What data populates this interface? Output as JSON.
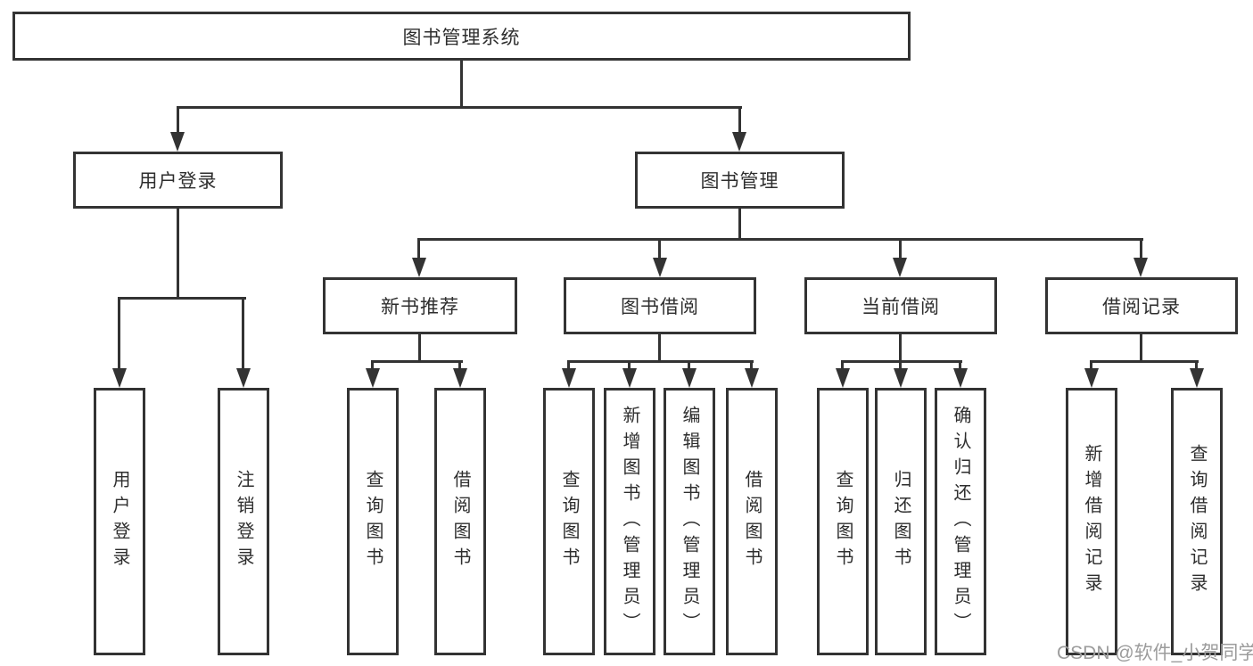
{
  "diagram_type": "hierarchy-tree",
  "tree": {
    "label": "图书管理系统",
    "children": [
      {
        "label": "用户登录",
        "children": [
          {
            "label": "用户登录"
          },
          {
            "label": "注销登录"
          }
        ]
      },
      {
        "label": "图书管理",
        "children": [
          {
            "label": "新书推荐",
            "children": [
              {
                "label": "查询图书"
              },
              {
                "label": "借阅图书"
              }
            ]
          },
          {
            "label": "图书借阅",
            "children": [
              {
                "label": "查询图书"
              },
              {
                "label": "新增图书（管理员）"
              },
              {
                "label": "编辑图书（管理员）"
              },
              {
                "label": "借阅图书"
              }
            ]
          },
          {
            "label": "当前借阅",
            "children": [
              {
                "label": "查询图书"
              },
              {
                "label": "归还图书"
              },
              {
                "label": "确认归还（管理员）"
              }
            ]
          },
          {
            "label": "借阅记录",
            "children": [
              {
                "label": "新增借阅记录"
              },
              {
                "label": "查询借阅记录"
              }
            ]
          }
        ]
      }
    ]
  },
  "watermark": {
    "text": "CSDN @软件_小贺同学"
  },
  "colors": {
    "line": "#333333",
    "text": "#2e2e2e",
    "background": "#ffffff",
    "watermark": "#9c9c9c"
  }
}
